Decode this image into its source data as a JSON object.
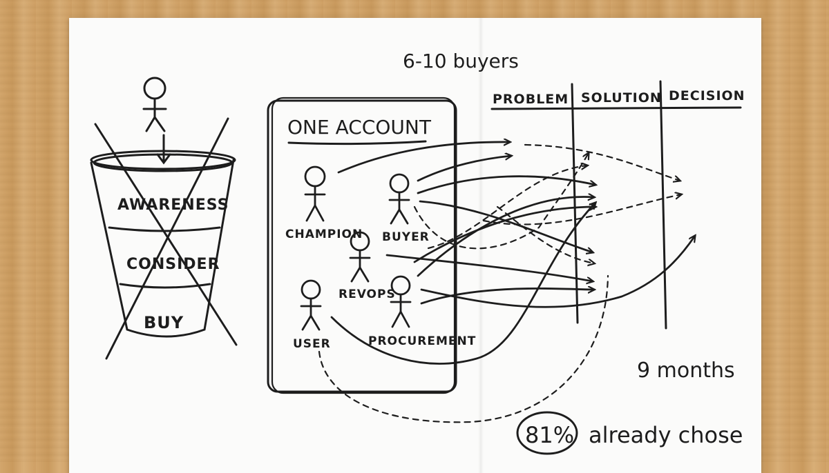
{
  "header": {
    "buyers": "6-10 buyers"
  },
  "funnel": {
    "stages": [
      "AWARENESS",
      "CONSIDER",
      "BUY"
    ]
  },
  "account": {
    "title": "ONE ACCOUNT",
    "roles": [
      "CHAMPION",
      "BUYER",
      "REVOPS",
      "USER",
      "PROCUREMENT"
    ]
  },
  "journey": {
    "columns": [
      "PROBLEM",
      "SOLUTION",
      "DECISION"
    ]
  },
  "footer": {
    "duration": "9 months",
    "stat_value": "81%",
    "stat_text": "already chose"
  },
  "colors": {
    "ink": "#1d1d1d",
    "paper": "#fbfbfa",
    "wood": "#d3a66c"
  }
}
